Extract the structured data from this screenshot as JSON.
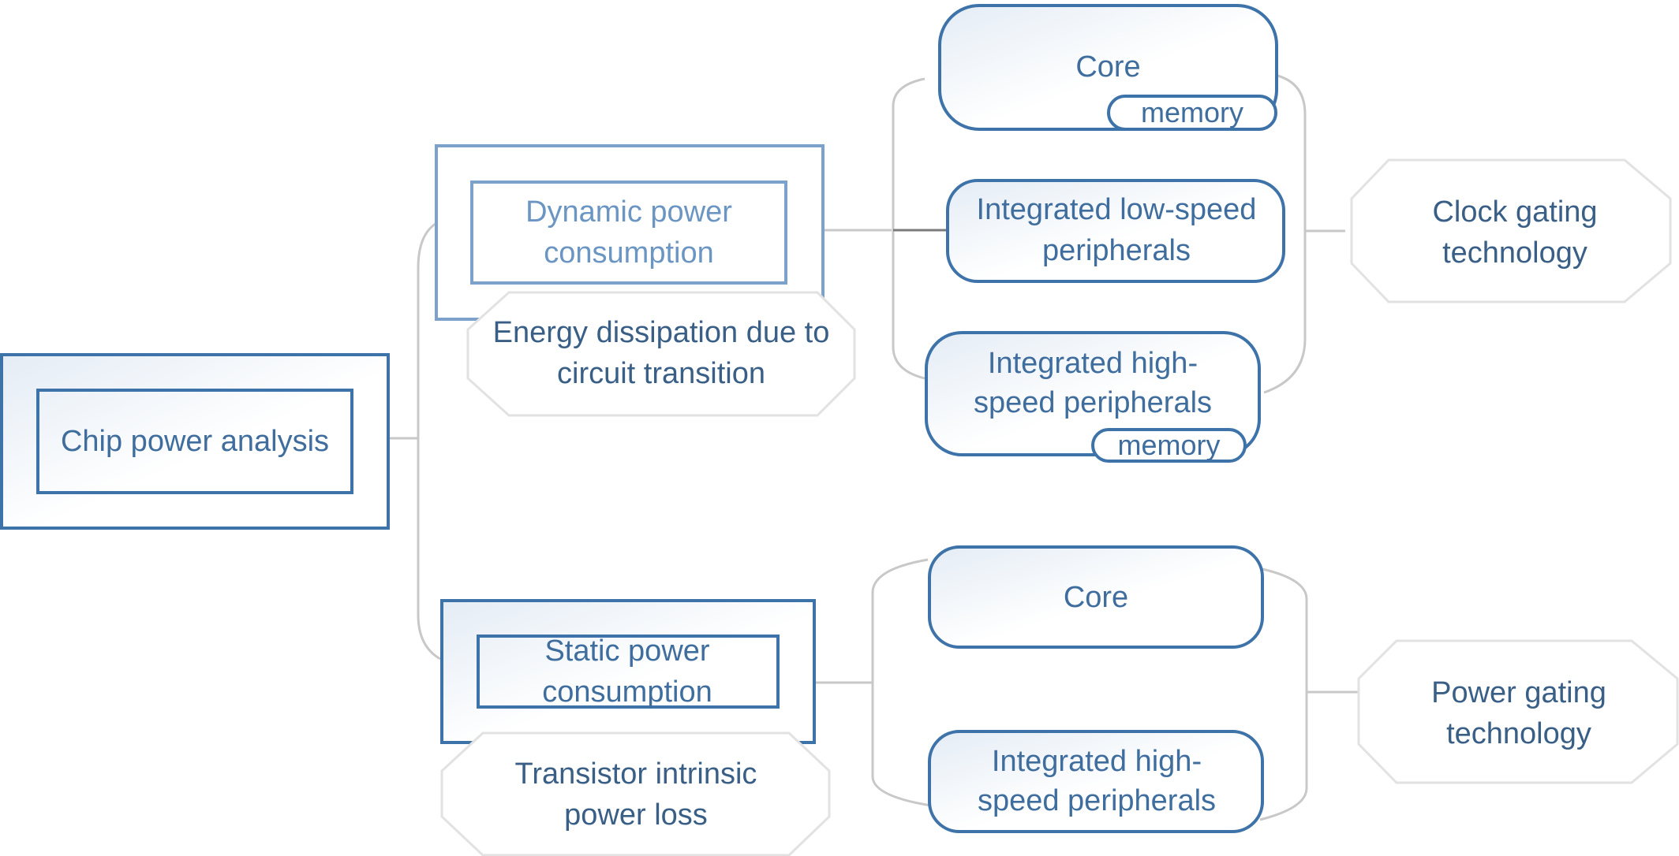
{
  "nodes": {
    "root": {
      "label": "Chip power analysis"
    },
    "dynamic": {
      "label": "Dynamic power consumption",
      "note": "Energy dissipation due to circuit transition"
    },
    "static": {
      "label": "Static power consumption",
      "note": "Transistor intrinsic power loss"
    },
    "dyn_core": {
      "label": "Core",
      "tag": "memory"
    },
    "dyn_low": {
      "label": "Integrated low-speed peripherals"
    },
    "dyn_high": {
      "label": "Integrated high-speed peripherals",
      "tag": "memory"
    },
    "st_core": {
      "label": "Core"
    },
    "st_high": {
      "label": "Integrated high-speed peripherals"
    },
    "clock": {
      "label": "Clock gating technology"
    },
    "power": {
      "label": "Power gating technology"
    }
  },
  "colors": {
    "border": "#3E73A9",
    "border_light": "#7CA2CC",
    "text": "#3F6E9E",
    "connector": "#C8C8C8",
    "octagon_border": "#E2E2E2",
    "fill_gradient_start": "#E4ECF5"
  }
}
